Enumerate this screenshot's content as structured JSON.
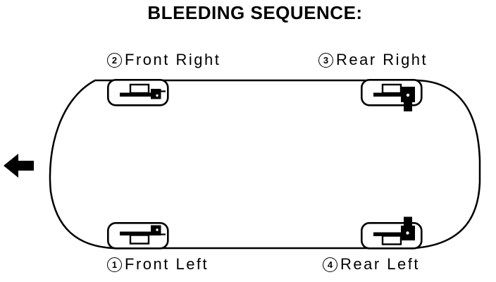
{
  "title": "BLEEDING SEQUENCE:",
  "colors": {
    "ink": "#000000",
    "background": "#ffffff"
  },
  "diagram": {
    "description": "vehicle top view with brake bleeding order",
    "front_direction": "left",
    "wheels": [
      {
        "position": "front-right",
        "sequence": "2",
        "label": "Front Right"
      },
      {
        "position": "rear-right",
        "sequence": "3",
        "label": "Rear Right"
      },
      {
        "position": "front-left",
        "sequence": "1",
        "label": "Front Left"
      },
      {
        "position": "rear-left",
        "sequence": "4",
        "label": "Rear Left"
      }
    ],
    "icons": {
      "caliper": "brake-caliper-icon",
      "arrow": "front-direction-arrow-icon"
    }
  }
}
